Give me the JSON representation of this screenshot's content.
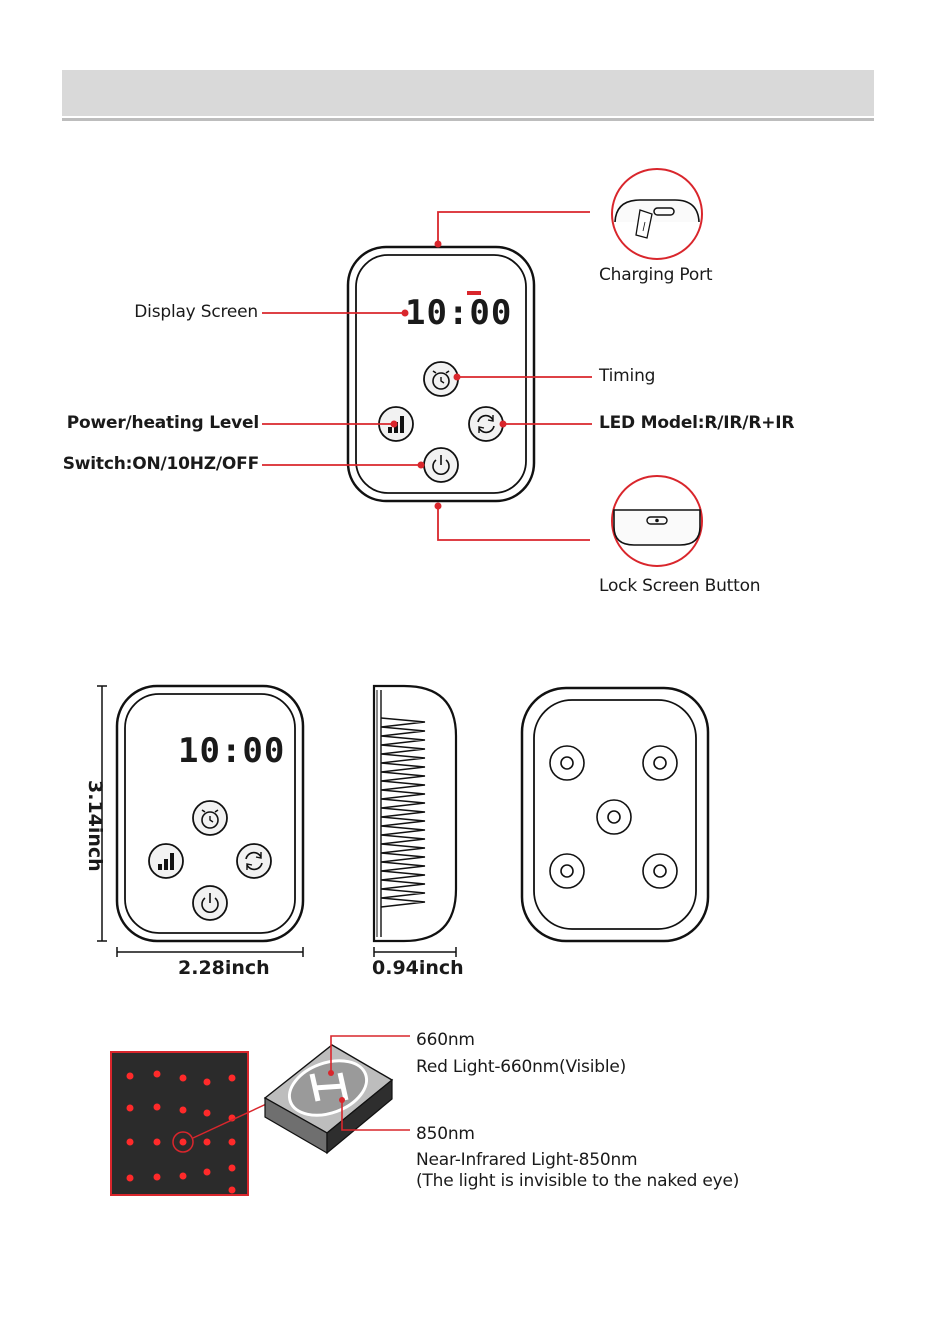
{
  "device": {
    "display_time": "10:00"
  },
  "callouts": {
    "charging_port": "Charging Port",
    "display_screen": "Display Screen",
    "timing": "Timing",
    "power_heating_level": "Power/heating Level",
    "led_model": "LED Model:R/IR/R+IR",
    "switch": "Switch:ON/10HZ/OFF",
    "lock_screen_button": "Lock Screen Button"
  },
  "dimensions": {
    "height": "3.14inch",
    "width": "2.28inch",
    "depth": "0.94inch"
  },
  "wavelengths": {
    "red_nm": "660nm",
    "red_desc": "Red Light-660nm(Visible)",
    "ir_nm": "850nm",
    "ir_desc": "Near-Infrared Light-850nm",
    "ir_note": "(The light is invisible to the naked eye)"
  },
  "colors": {
    "accent_red": "#d9262c",
    "led_red": "#ff2a2a",
    "led_panel": "#2b2b2b",
    "header_gray": "#d9d9d9"
  }
}
